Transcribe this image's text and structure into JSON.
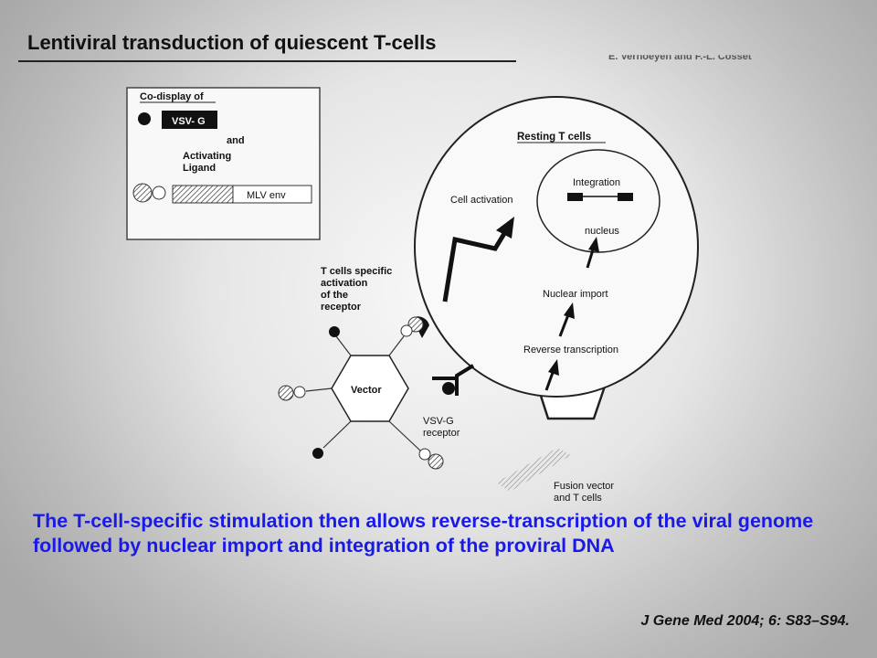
{
  "slide": {
    "title": "Lentiviral transduction of quiescent T-cells",
    "top_credit": "E. Verhoeyen and F.-L. Cosset",
    "caption": "The T-cell-specific stimulation then allows reverse-transcription of the viral genome followed by nuclear import and integration of the proviral DNA",
    "citation": "J Gene Med 2004; 6: S83–S94."
  },
  "diagram": {
    "legend": {
      "heading": "Co-display of",
      "vsvg_label": "VSV- G",
      "and": "and",
      "activating_line1": "Activating",
      "activating_line2": "Ligand",
      "mlv_label": "MLV env"
    },
    "cell": {
      "heading": "Resting T cells",
      "cell_activation": "Cell activation",
      "integration": "Integration",
      "nucleus": "nucleus",
      "nuclear_import": "Nuclear import",
      "reverse_transcription": "Reverse transcription"
    },
    "receptor_note": [
      "T cells specific",
      "activation",
      "of the",
      "receptor"
    ],
    "vector_label": "Vector",
    "vsvg_receptor": [
      "VSV-G",
      "receptor"
    ],
    "fusion": [
      "Fusion vector",
      "and T cells"
    ]
  }
}
